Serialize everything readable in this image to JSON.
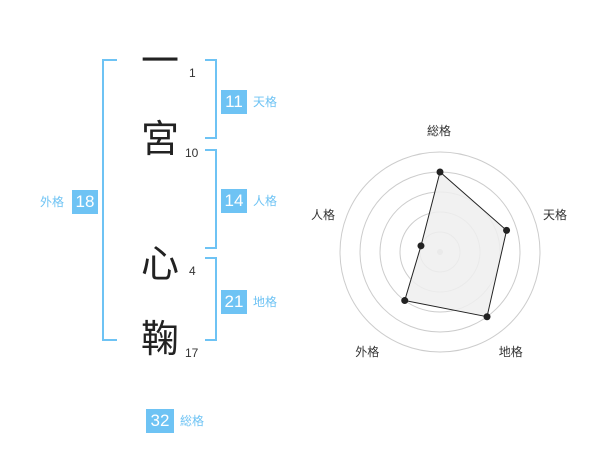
{
  "name": {
    "chars": [
      "一",
      "宮",
      "心",
      "鞠"
    ],
    "strokes": [
      "1",
      "10",
      "4",
      "17"
    ]
  },
  "fortune": {
    "tenkaku": {
      "value": "11",
      "label": "天格"
    },
    "jinkaku": {
      "value": "14",
      "label": "人格"
    },
    "chikaku": {
      "value": "21",
      "label": "地格"
    },
    "gaikaku": {
      "value": "18",
      "label": "外格"
    },
    "soukaku": {
      "value": "32",
      "label": "総格"
    }
  },
  "colors": {
    "accent": "#6ec3f4",
    "bracket": "#6ec3f4",
    "grid": "#cccccc",
    "fill": "#eeeeee",
    "line": "#222222"
  },
  "chart_data": {
    "type": "radar",
    "axes": [
      "総格",
      "天格",
      "地格",
      "外格",
      "人格"
    ],
    "values": [
      4,
      3.5,
      4,
      3,
      1
    ],
    "max": 5,
    "grid_rings": 5
  }
}
